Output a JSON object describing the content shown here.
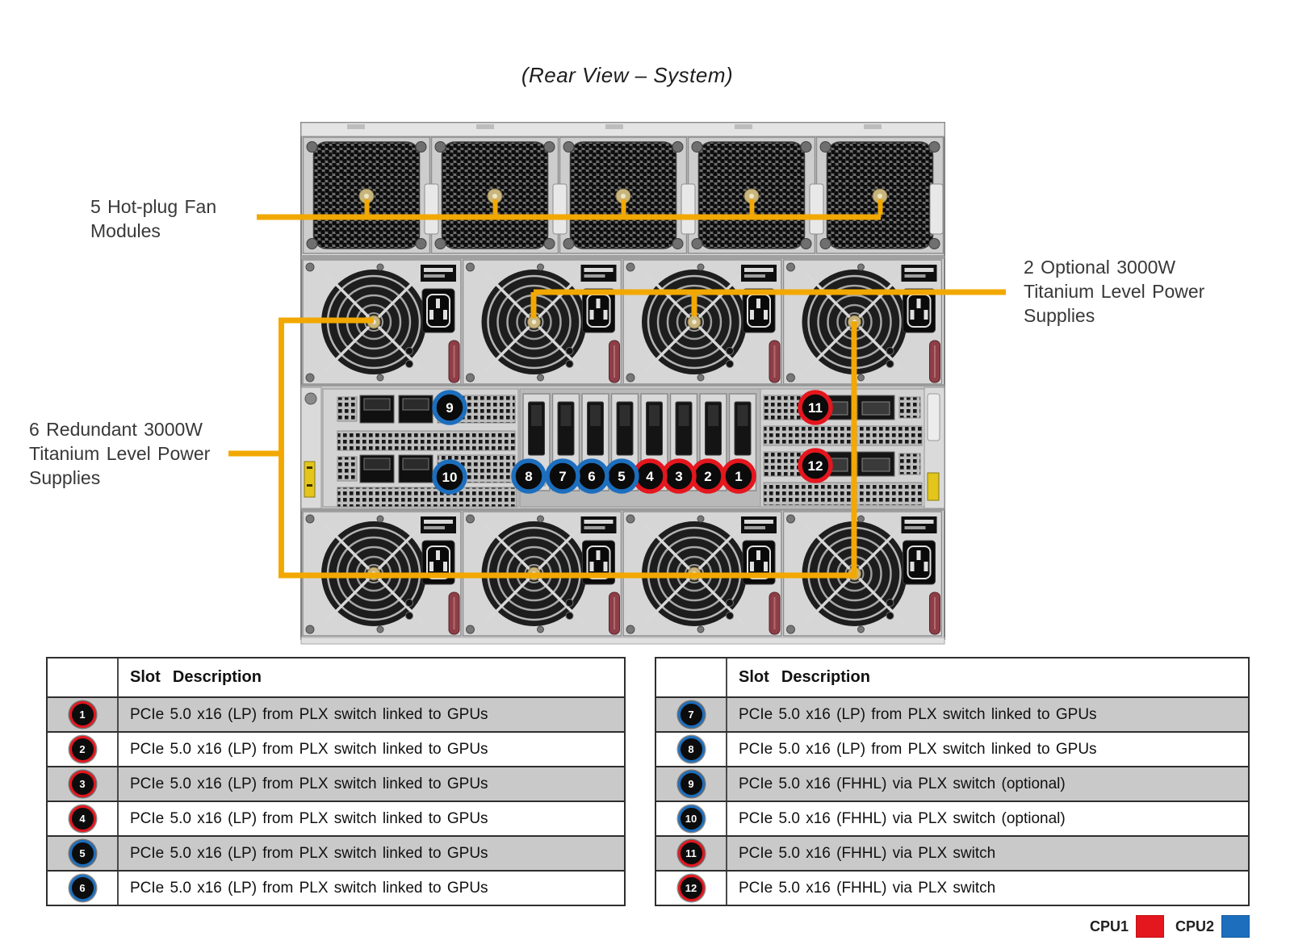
{
  "page": {
    "title": "(Rear View – System)"
  },
  "colors": {
    "cpu1": "#e4161e",
    "cpu2": "#1d6ebd",
    "callout": "#f2a800"
  },
  "callouts": {
    "fan_modules": "5 Hot-plug Fan Modules",
    "optional_psu": "2 Optional 3000W Titanium Level Power Supplies",
    "redundant_psu": "6 Redundant 3000W Titanium Level Power Supplies"
  },
  "slots": [
    {
      "number": "1",
      "cpu": "cpu1",
      "description": "PCIe 5.0 x16 (LP) from PLX switch linked to GPUs"
    },
    {
      "number": "2",
      "cpu": "cpu1",
      "description": "PCIe 5.0 x16 (LP) from PLX switch linked to GPUs"
    },
    {
      "number": "3",
      "cpu": "cpu1",
      "description": "PCIe 5.0 x16 (LP) from PLX switch linked to GPUs"
    },
    {
      "number": "4",
      "cpu": "cpu1",
      "description": "PCIe 5.0 x16 (LP) from PLX switch linked to GPUs"
    },
    {
      "number": "5",
      "cpu": "cpu2",
      "description": "PCIe 5.0 x16 (LP) from PLX switch linked to GPUs"
    },
    {
      "number": "6",
      "cpu": "cpu2",
      "description": "PCIe 5.0 x16 (LP) from PLX switch linked to GPUs"
    },
    {
      "number": "7",
      "cpu": "cpu2",
      "description": "PCIe 5.0 x16 (LP) from PLX switch linked to GPUs"
    },
    {
      "number": "8",
      "cpu": "cpu2",
      "description": "PCIe 5.0 x16 (LP) from PLX switch linked to GPUs"
    },
    {
      "number": "9",
      "cpu": "cpu2",
      "description": "PCIe 5.0 x16 (FHHL) via PLX switch (optional)"
    },
    {
      "number": "10",
      "cpu": "cpu2",
      "description": "PCIe 5.0 x16 (FHHL) via PLX switch (optional)"
    },
    {
      "number": "11",
      "cpu": "cpu1",
      "description": "PCIe 5.0 x16 (FHHL) via PLX switch"
    },
    {
      "number": "12",
      "cpu": "cpu1",
      "description": "PCIe 5.0 x16 (FHHL) via PLX switch"
    }
  ],
  "tables": [
    {
      "header": "Slot  Description",
      "slot_numbers": [
        "1",
        "2",
        "3",
        "4",
        "5",
        "6"
      ]
    },
    {
      "header": "Slot  Description",
      "slot_numbers": [
        "7",
        "8",
        "9",
        "10",
        "11",
        "12"
      ]
    }
  ],
  "legend": {
    "items": [
      {
        "label": "CPU1",
        "color_key": "cpu1"
      },
      {
        "label": "CPU2",
        "color_key": "cpu2"
      }
    ]
  }
}
